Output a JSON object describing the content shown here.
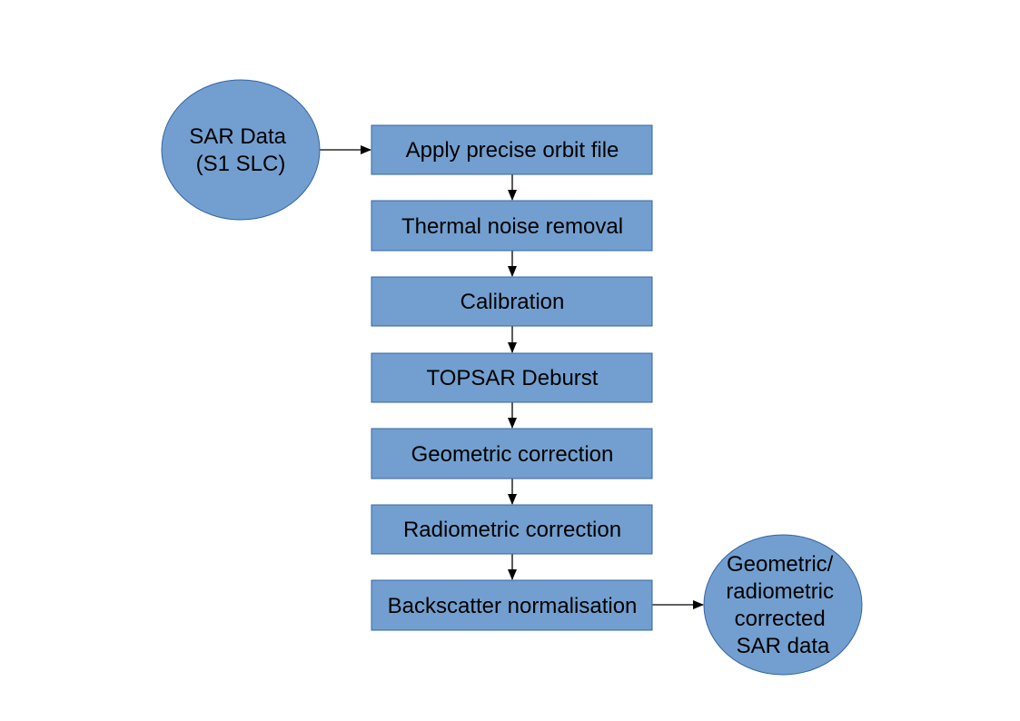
{
  "diagram": {
    "colors": {
      "node_fill": "#729fcf",
      "node_stroke": "#3465a4",
      "text": "#000000",
      "edge": "#000000",
      "background": "#ffffff"
    },
    "input": {
      "lines": [
        "SAR Data",
        "(S1 SLC)"
      ]
    },
    "steps": [
      {
        "label": "Apply precise orbit file"
      },
      {
        "label": "Thermal noise removal"
      },
      {
        "label": "Calibration"
      },
      {
        "label": "TOPSAR Deburst"
      },
      {
        "label": "Geometric correction"
      },
      {
        "label": "Radiometric correction"
      },
      {
        "label": "Backscatter normalisation"
      }
    ],
    "output": {
      "lines": [
        "Geometric/",
        "radiometric",
        "corrected",
        "SAR data"
      ]
    }
  }
}
